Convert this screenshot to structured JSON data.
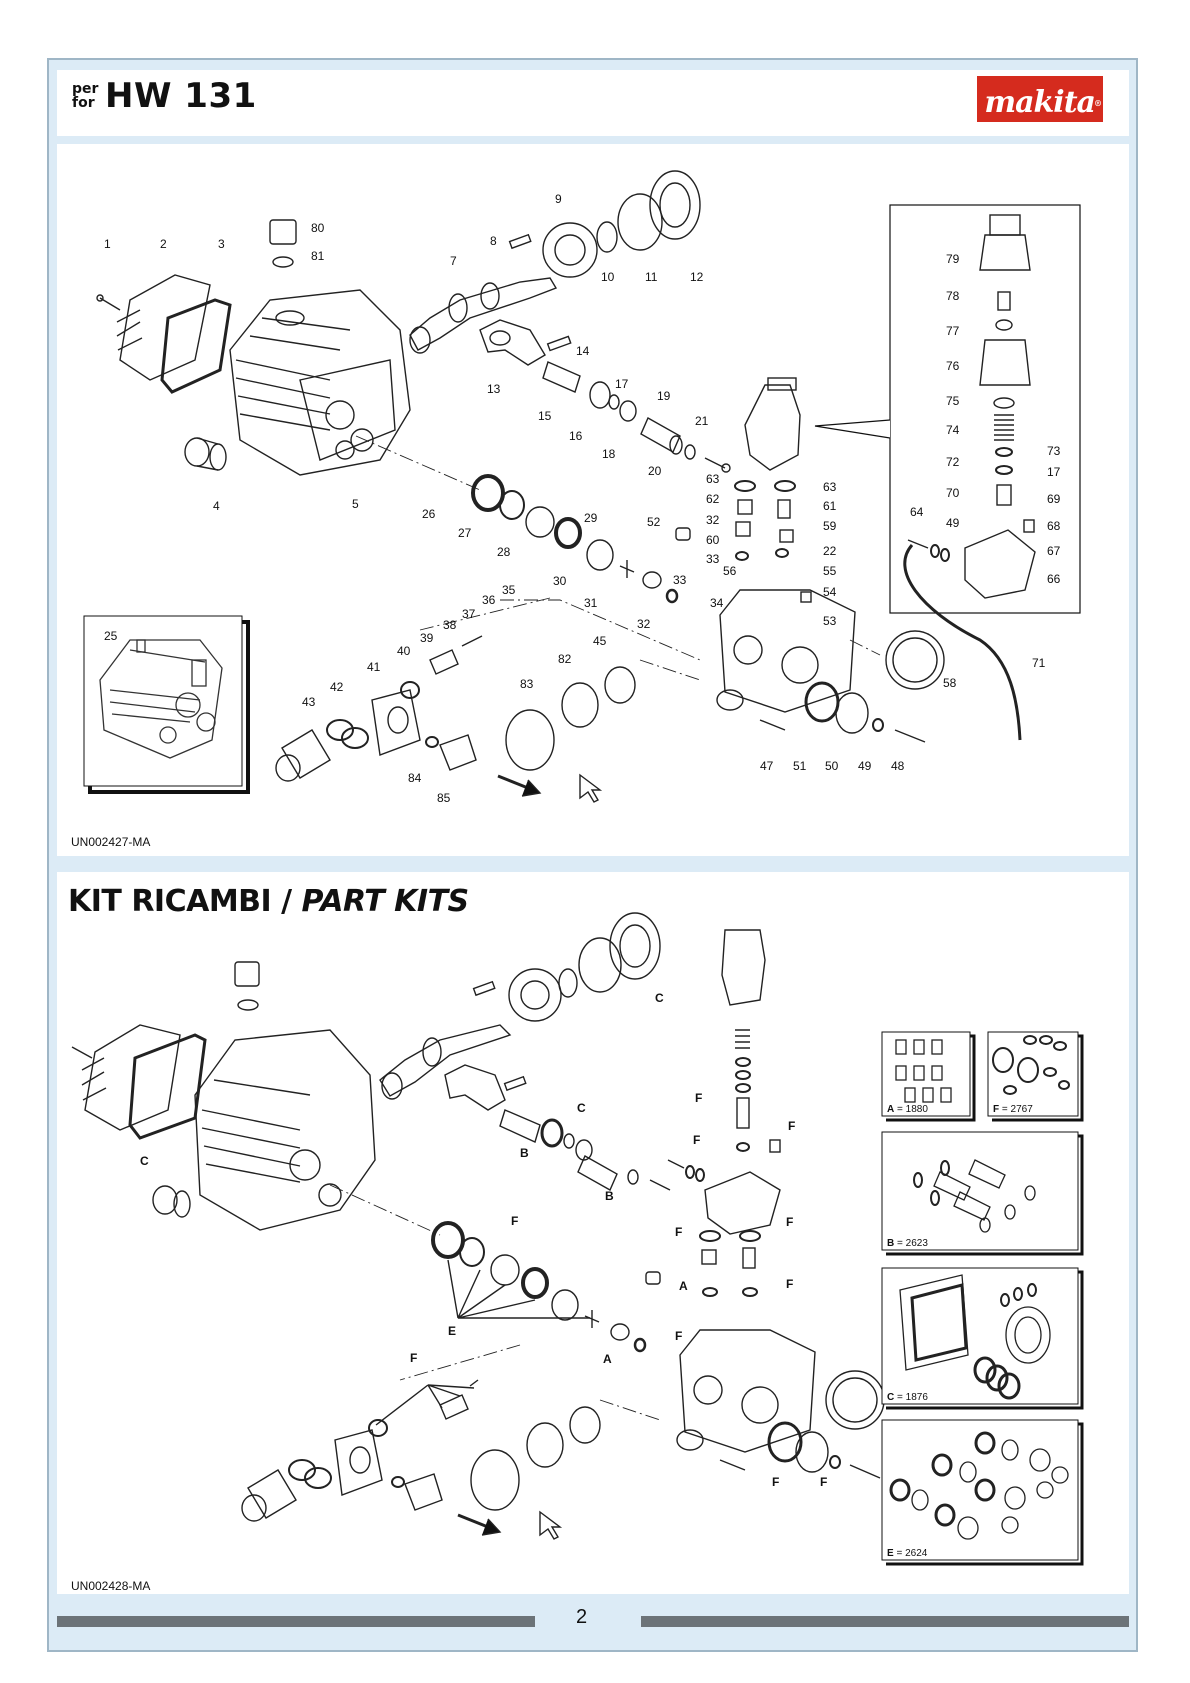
{
  "header": {
    "per_for_line1": "per",
    "per_for_line2": "for",
    "model": "HW 131",
    "logo_text": "makita",
    "logo_color": "#d52b1e"
  },
  "section1": {
    "drawing_code": "UN002427-MA",
    "part_numbers": [
      "1",
      "2",
      "3",
      "4",
      "5",
      "7",
      "8",
      "9",
      "10",
      "11",
      "12",
      "13",
      "14",
      "15",
      "16",
      "17",
      "18",
      "19",
      "20",
      "21",
      "22",
      "25",
      "26",
      "27",
      "28",
      "29",
      "30",
      "31",
      "32",
      "33",
      "34",
      "35",
      "36",
      "37",
      "38",
      "39",
      "40",
      "41",
      "42",
      "43",
      "45",
      "47",
      "48",
      "49",
      "50",
      "51",
      "52",
      "53",
      "54",
      "55",
      "56",
      "58",
      "59",
      "60",
      "61",
      "62",
      "63",
      "64",
      "66",
      "67",
      "68",
      "69",
      "70",
      "71",
      "72",
      "73",
      "74",
      "75",
      "76",
      "77",
      "78",
      "79",
      "80",
      "81",
      "82",
      "83",
      "84",
      "85"
    ]
  },
  "section2": {
    "title_plain": "KIT RICAMBI / ",
    "title_italic": "PART KITS",
    "drawing_code": "UN002428-MA",
    "kit_letters": [
      "A",
      "B",
      "C",
      "E",
      "F"
    ],
    "kits": [
      {
        "letter": "A",
        "eq": "=",
        "code": "1880"
      },
      {
        "letter": "F",
        "eq": "=",
        "code": "2767"
      },
      {
        "letter": "B",
        "eq": "=",
        "code": "2623"
      },
      {
        "letter": "C",
        "eq": "=",
        "code": "1876"
      },
      {
        "letter": "E",
        "eq": "=",
        "code": "2624"
      }
    ]
  },
  "footer": {
    "page_number": "2",
    "bar_color": "#6c7378"
  },
  "frame_color": "#dcebf6"
}
